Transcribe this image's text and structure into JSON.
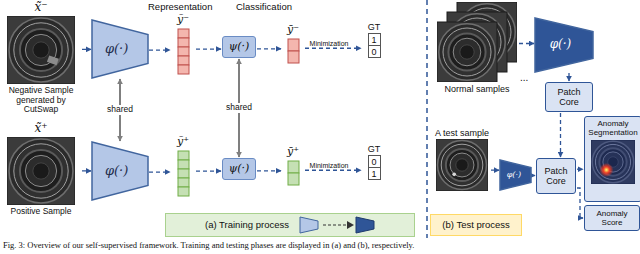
{
  "diagram": {
    "caption": "Fig. 3: Overview of our self-supervised framework. Training and testing phases are displayed in (a) and (b), respectively.",
    "nodes": [
      {
        "text": [
          "x̃⁻",
          "Negative Sample generated by CutSwap"
        ]
      },
      {
        "text": [
          "x̃⁺",
          "Positive Sample"
        ]
      },
      {
        "text": [
          "φ(·)"
        ]
      },
      {
        "text": [
          "φ(·)"
        ]
      },
      {
        "text": [
          "ỹ⁻"
        ]
      },
      {
        "text": [
          "ỹ⁺"
        ]
      },
      {
        "text": [
          "ψ(·)"
        ]
      },
      {
        "text": [
          "ψ(·)"
        ]
      },
      {
        "text": [
          "ȳ⁻"
        ]
      },
      {
        "text": [
          "ȳ⁺"
        ]
      },
      {
        "text": [
          "GT",
          "1",
          "0"
        ]
      },
      {
        "text": [
          "GT",
          "0",
          "1"
        ]
      },
      {
        "text": [
          "(a) Training process"
        ]
      },
      {
        "text": [
          "Normal samples"
        ]
      },
      {
        "text": [
          "φ(·)"
        ]
      },
      {
        "text": [
          "Patch Core"
        ]
      },
      {
        "text": [
          "A test sample"
        ]
      },
      {
        "text": [
          "φ(·)"
        ]
      },
      {
        "text": [
          "Patch Core"
        ]
      },
      {
        "text": [
          "Anomaly Segmentation"
        ]
      },
      {
        "text": [
          "Anomaly Score"
        ]
      },
      {
        "text": [
          "(b) Test process"
        ]
      }
    ],
    "edges": [
      {
        "from": 0,
        "to": 2,
        "arrow": "to"
      },
      {
        "from": 2,
        "to": 4,
        "arrow": "to"
      },
      {
        "from": 4,
        "to": 6,
        "arrow": "to"
      },
      {
        "from": 6,
        "to": 8,
        "arrow": "to"
      },
      {
        "from": 8,
        "to": 10,
        "label": "Minimization",
        "arrow": "to"
      },
      {
        "from": 1,
        "to": 3,
        "arrow": "to"
      },
      {
        "from": 3,
        "to": 5,
        "arrow": "to"
      },
      {
        "from": 5,
        "to": 7,
        "arrow": "to"
      },
      {
        "from": 7,
        "to": 9,
        "arrow": "to"
      },
      {
        "from": 9,
        "to": 11,
        "label": "Minimization",
        "arrow": "to"
      },
      {
        "from": 2,
        "to": 3,
        "label": "shared",
        "arrow": "both"
      },
      {
        "from": 6,
        "to": 7,
        "label": "shared",
        "arrow": "both"
      },
      {
        "from": 13,
        "to": 14,
        "arrow": "to"
      },
      {
        "from": 14,
        "to": 15,
        "arrow": "to"
      },
      {
        "from": 15,
        "to": 18,
        "arrow": "to"
      },
      {
        "from": 16,
        "to": 17,
        "arrow": "to"
      },
      {
        "from": 17,
        "to": 18,
        "arrow": "to"
      },
      {
        "from": 18,
        "to": 19,
        "arrow": "to"
      },
      {
        "from": 18,
        "to": 20,
        "arrow": "to"
      }
    ],
    "labels": [
      "Representation",
      "Classification",
      "..."
    ]
  }
}
